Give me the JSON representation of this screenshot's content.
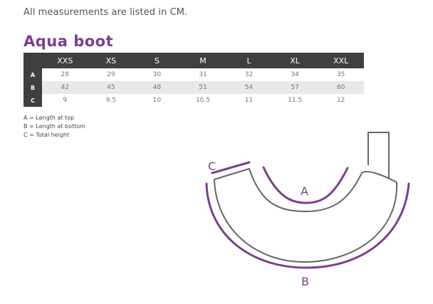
{
  "intro": "All measurements are listed in CM.",
  "product_title": "Aqua boot",
  "table": {
    "headers": [
      "XXS",
      "XS",
      "S",
      "M",
      "L",
      "XL",
      "XXL"
    ],
    "rows": [
      {
        "label": "A",
        "values": [
          "28",
          "29",
          "30",
          "31",
          "32",
          "34",
          "35"
        ]
      },
      {
        "label": "B",
        "values": [
          "42",
          "45",
          "48",
          "51",
          "54",
          "57",
          "60"
        ]
      },
      {
        "label": "C",
        "values": [
          "9",
          "9.5",
          "10",
          "10.5",
          "11",
          "11.5",
          "12"
        ]
      }
    ]
  },
  "legend": [
    "A = Length at top",
    "B = Length at bottom",
    "C = Total height"
  ],
  "diagram": {
    "label_a": "A",
    "label_b": "B",
    "label_c": "C"
  },
  "colors": {
    "accent": "#7b3f8f",
    "table_header": "#3f3f41",
    "row_shade": "#e9e9ea"
  }
}
